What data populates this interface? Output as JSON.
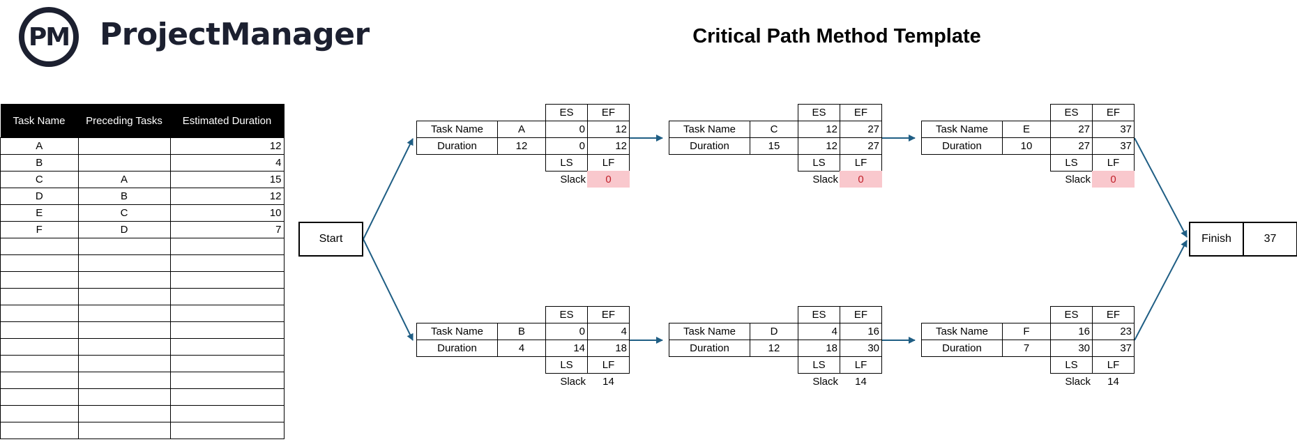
{
  "brand": {
    "mark": "PM",
    "name": "ProjectManager"
  },
  "title": "Critical Path Method Template",
  "colors": {
    "arrow": "#1f5e84",
    "critical_fill": "#f9c8cd",
    "critical_text": "#c0202a",
    "header_bg": "#000000"
  },
  "table": {
    "headers": [
      "Task Name",
      "Preceding Tasks",
      "Estimated Duration"
    ],
    "rows": [
      {
        "name": "A",
        "pre": "",
        "dur": "12"
      },
      {
        "name": "B",
        "pre": "",
        "dur": "4"
      },
      {
        "name": "C",
        "pre": "A",
        "dur": "15"
      },
      {
        "name": "D",
        "pre": "B",
        "dur": "12"
      },
      {
        "name": "E",
        "pre": "C",
        "dur": "10"
      },
      {
        "name": "F",
        "pre": "D",
        "dur": "7"
      },
      {
        "name": "",
        "pre": "",
        "dur": ""
      },
      {
        "name": "",
        "pre": "",
        "dur": ""
      },
      {
        "name": "",
        "pre": "",
        "dur": ""
      },
      {
        "name": "",
        "pre": "",
        "dur": ""
      },
      {
        "name": "",
        "pre": "",
        "dur": ""
      },
      {
        "name": "",
        "pre": "",
        "dur": ""
      },
      {
        "name": "",
        "pre": "",
        "dur": ""
      },
      {
        "name": "",
        "pre": "",
        "dur": ""
      },
      {
        "name": "",
        "pre": "",
        "dur": ""
      },
      {
        "name": "",
        "pre": "",
        "dur": ""
      },
      {
        "name": "",
        "pre": "",
        "dur": ""
      },
      {
        "name": "",
        "pre": "",
        "dur": ""
      }
    ]
  },
  "labels": {
    "task_name": "Task Name",
    "duration": "Duration",
    "es": "ES",
    "ef": "EF",
    "ls": "LS",
    "lf": "LF",
    "slack": "Slack"
  },
  "start_label": "Start",
  "finish": {
    "label": "Finish",
    "value": "37"
  },
  "nodes": [
    {
      "task": "A",
      "duration": "12",
      "es": "0",
      "ef": "12",
      "ls": "0",
      "lf": "12",
      "slack": "0",
      "critical": true
    },
    {
      "task": "C",
      "duration": "15",
      "es": "12",
      "ef": "27",
      "ls": "12",
      "lf": "27",
      "slack": "0",
      "critical": true
    },
    {
      "task": "E",
      "duration": "10",
      "es": "27",
      "ef": "37",
      "ls": "27",
      "lf": "37",
      "slack": "0",
      "critical": true
    },
    {
      "task": "B",
      "duration": "4",
      "es": "0",
      "ef": "4",
      "ls": "14",
      "lf": "18",
      "slack": "14",
      "critical": false
    },
    {
      "task": "D",
      "duration": "12",
      "es": "4",
      "ef": "16",
      "ls": "18",
      "lf": "30",
      "slack": "14",
      "critical": false
    },
    {
      "task": "F",
      "duration": "7",
      "es": "16",
      "ef": "23",
      "ls": "30",
      "lf": "37",
      "slack": "14",
      "critical": false
    }
  ]
}
